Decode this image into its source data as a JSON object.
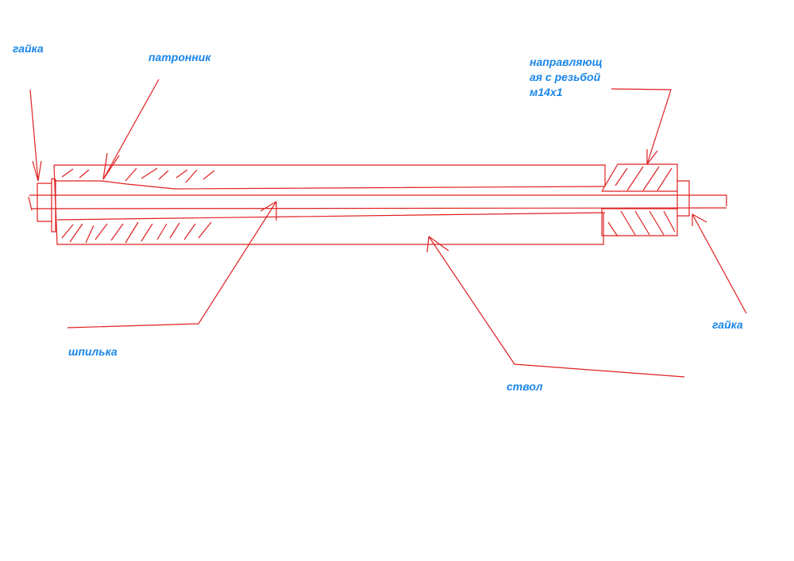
{
  "labels": {
    "nut_left": "гайка",
    "chamber": "патронник",
    "guide_line1": "направляющ",
    "guide_line2": "ая с резьбой",
    "guide_line3": "м14х1",
    "nut_right": "гайка",
    "stud": "шпилька",
    "barrel": "ствол"
  },
  "colors": {
    "lines": "#e02020",
    "labels": "#1a86e8"
  }
}
